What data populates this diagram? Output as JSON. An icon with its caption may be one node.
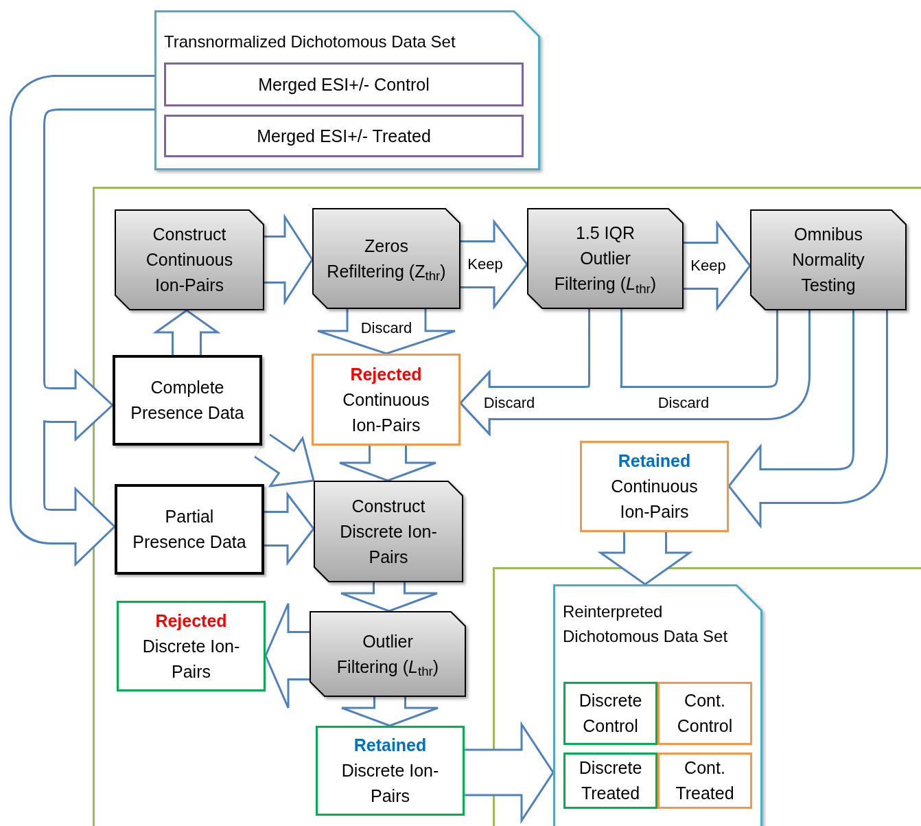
{
  "diagram": {
    "nodes": [
      {
        "text": [
          "Transnormalized Dichotomous Data Set"
        ]
      },
      {
        "text": [
          "Merged ESI+/- Control"
        ],
        "in": 0
      },
      {
        "text": [
          "Merged ESI+/- Treated"
        ],
        "in": 0
      },
      {
        "text": [
          "Construct Continuous Ion-Pairs"
        ]
      },
      {
        "text": [
          "Zeros Refiltering (Z$_{thr}$)"
        ]
      },
      {
        "text": [
          "1.5 IQR Outlier Filtering (*L*$_{thr}$)"
        ]
      },
      {
        "text": [
          "Omnibus Normality Testing"
        ]
      },
      {
        "text": [
          "Complete Presence Data"
        ]
      },
      {
        "text": [
          "Rejected",
          "Continuous Ion-Pairs"
        ]
      },
      {
        "text": [
          "Retained",
          "Continuous Ion-Pairs"
        ]
      },
      {
        "text": [
          "Partial Presence Data"
        ]
      },
      {
        "text": [
          "Construct Discrete Ion-Pairs"
        ]
      },
      {
        "text": [
          "Rejected",
          "Discrete Ion-Pairs"
        ]
      },
      {
        "text": [
          "Outlier Filtering (*L*$_{thr}$)"
        ]
      },
      {
        "text": [
          "Retained",
          "Discrete Ion-Pairs"
        ]
      },
      {
        "text": [
          "Reinterpreted Dichotomous Data Set"
        ]
      },
      {
        "text": [
          "Discrete Control"
        ],
        "in": 15
      },
      {
        "text": [
          "Cont. Control"
        ],
        "in": 15
      },
      {
        "text": [
          "Discrete Treated"
        ],
        "in": 15
      },
      {
        "text": [
          "Cont. Treated"
        ],
        "in": 15
      }
    ],
    "edges": [
      {
        "from": 0,
        "to": 7,
        "arrow": "to"
      },
      {
        "from": 0,
        "to": 10,
        "arrow": "to"
      },
      {
        "from": 7,
        "to": 3,
        "arrow": "to"
      },
      {
        "from": 3,
        "to": 4,
        "arrow": "to"
      },
      {
        "from": 4,
        "to": 5,
        "arrow": "to",
        "label": "Keep"
      },
      {
        "from": 5,
        "to": 6,
        "arrow": "to",
        "label": "Keep"
      },
      {
        "from": 4,
        "to": 8,
        "arrow": "to",
        "label": "Discard",
        "style": "thick"
      },
      {
        "from": 5,
        "to": 8,
        "arrow": "to",
        "label": "Discard"
      },
      {
        "from": 6,
        "to": 8,
        "arrow": "to",
        "label": "Discard"
      },
      {
        "from": 6,
        "to": 9,
        "arrow": "to"
      },
      {
        "from": 8,
        "to": 11,
        "arrow": "to"
      },
      {
        "from": 7,
        "to": 11,
        "arrow": "to"
      },
      {
        "from": 10,
        "to": 11,
        "arrow": "to"
      },
      {
        "from": 11,
        "to": 13,
        "arrow": "to"
      },
      {
        "from": 13,
        "to": 12,
        "arrow": "to"
      },
      {
        "from": 13,
        "to": 14,
        "arrow": "to"
      },
      {
        "from": 9,
        "to": 15,
        "arrow": "to"
      },
      {
        "from": 14,
        "to": 15,
        "arrow": "to"
      }
    ]
  }
}
